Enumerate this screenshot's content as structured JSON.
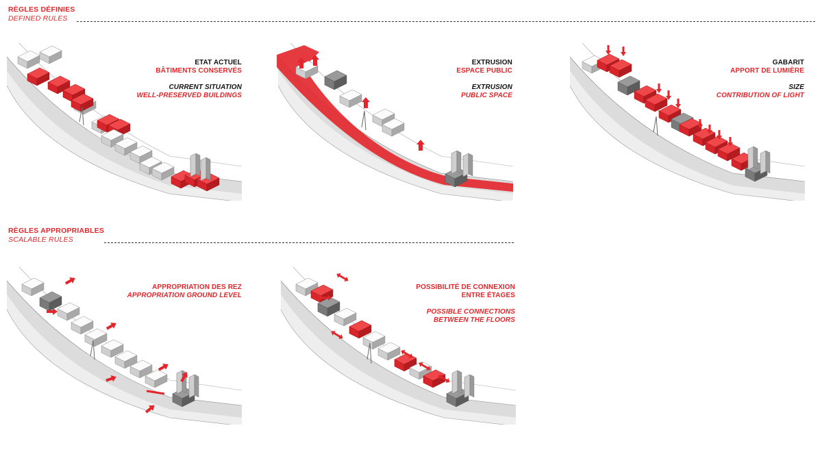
{
  "sections": {
    "defined": {
      "title": "RÈGLES DÉFINIES",
      "subtitle": "DEFINED RULES"
    },
    "scalable": {
      "title": "RÈGLES APPROPRIABLES",
      "subtitle": "SCALABLE RULES"
    }
  },
  "panels": {
    "etat": {
      "title_fr": "ETAT ACTUEL",
      "subtitle_fr": "BÂTIMENTS CONSERVÉS",
      "title_en": "CURRENT SITUATION",
      "subtitle_en": "WELL-PRESERVED BUILDINGS"
    },
    "extrusion": {
      "title_fr": "EXTRUSION",
      "subtitle_fr": "ESPACE PUBLIC",
      "title_en": "EXTRUSION",
      "subtitle_en": "PUBLIC SPACE"
    },
    "gabarit": {
      "title_fr": "GABARIT",
      "subtitle_fr": "APPORT DE LUMIÈRE",
      "title_en": "SIZE",
      "subtitle_en": "CONTRIBUTION OF LIGHT"
    },
    "appropriation": {
      "title_fr": "APPROPRIATION DES REZ",
      "title_en": "APPROPRIATION GROUND LEVEL"
    },
    "connexion": {
      "title_fr_1": "POSSIBILITÉ DE CONNEXION",
      "title_fr_2": "ENTRE ÉTAGES",
      "title_en_1": "POSSIBLE CONNECTIONS",
      "title_en_2": "BETWEEN THE FLOORS"
    }
  },
  "colors": {
    "accent": "#e2262b",
    "ink": "#111111",
    "massing_light": "#f2f2f2",
    "massing_dark": "#6e6e6e",
    "ground": "#d9d9d9"
  }
}
